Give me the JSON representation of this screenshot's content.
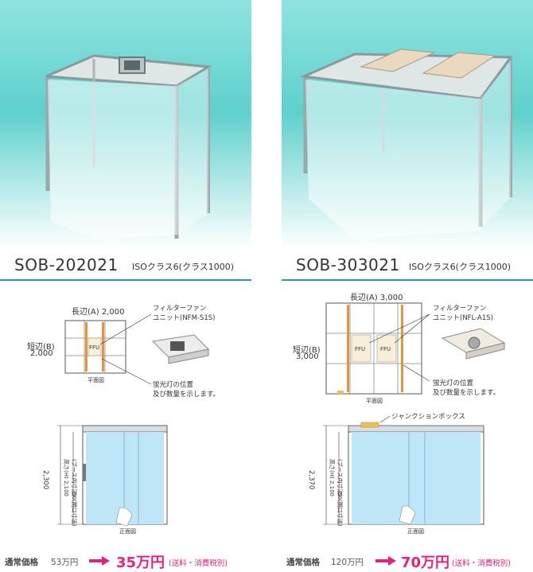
{
  "products": [
    {
      "model": "SOB-202021",
      "iso_class": "ISOクラス6(クラス1000)",
      "plan": {
        "long_side": "長辺(A) 2,000",
        "short_side_label": "短辺(B)",
        "short_side_value": "2,000",
        "ffu_label": "FFU",
        "plan_caption": "平面図",
        "filter_label": "フィルターファン",
        "filter_unit": "ユニット(NFM-S1S)",
        "light_note_1": "蛍光灯の位置",
        "light_note_2": "及び数量を示します。"
      },
      "front": {
        "total_height": "2,300",
        "inner_height": "高さ(H) 2,100",
        "booth_inner": "(ブース内寸法)",
        "opening": "50(開口寸法)",
        "caption": "正面図"
      },
      "price": {
        "regular_label": "通常価格",
        "regular_value": "53万円",
        "sale_value": "35万円",
        "note": "(送料・消費税別)"
      }
    },
    {
      "model": "SOB-303021",
      "iso_class": "ISOクラス6(クラス1000)",
      "plan": {
        "long_side": "長辺(A) 3,000",
        "short_side_label": "短辺(B)",
        "short_side_value": "3,000",
        "ffu_label": "FFU",
        "plan_caption": "平面図",
        "filter_label": "フィルターファン",
        "filter_unit": "ユニット(NFL-A1S)",
        "light_note_1": "蛍光灯の位置",
        "light_note_2": "及び数量を示します。"
      },
      "front": {
        "junction_box": "ジャンクションボックス",
        "total_height": "2,370",
        "inner_height": "高さ(H) 2,100",
        "booth_inner": "(ブース内寸法)",
        "opening": "50(開口寸法)",
        "caption": "正面図"
      },
      "price": {
        "regular_label": "通常価格",
        "regular_value": "120万円",
        "sale_value": "70万円",
        "note": "(送料・消費税別)"
      }
    }
  ],
  "colors": {
    "accent": "#2a9d99",
    "sale": "#e8217c",
    "lamp": "#e8943a",
    "photo_bg": "#5fd0cc"
  }
}
